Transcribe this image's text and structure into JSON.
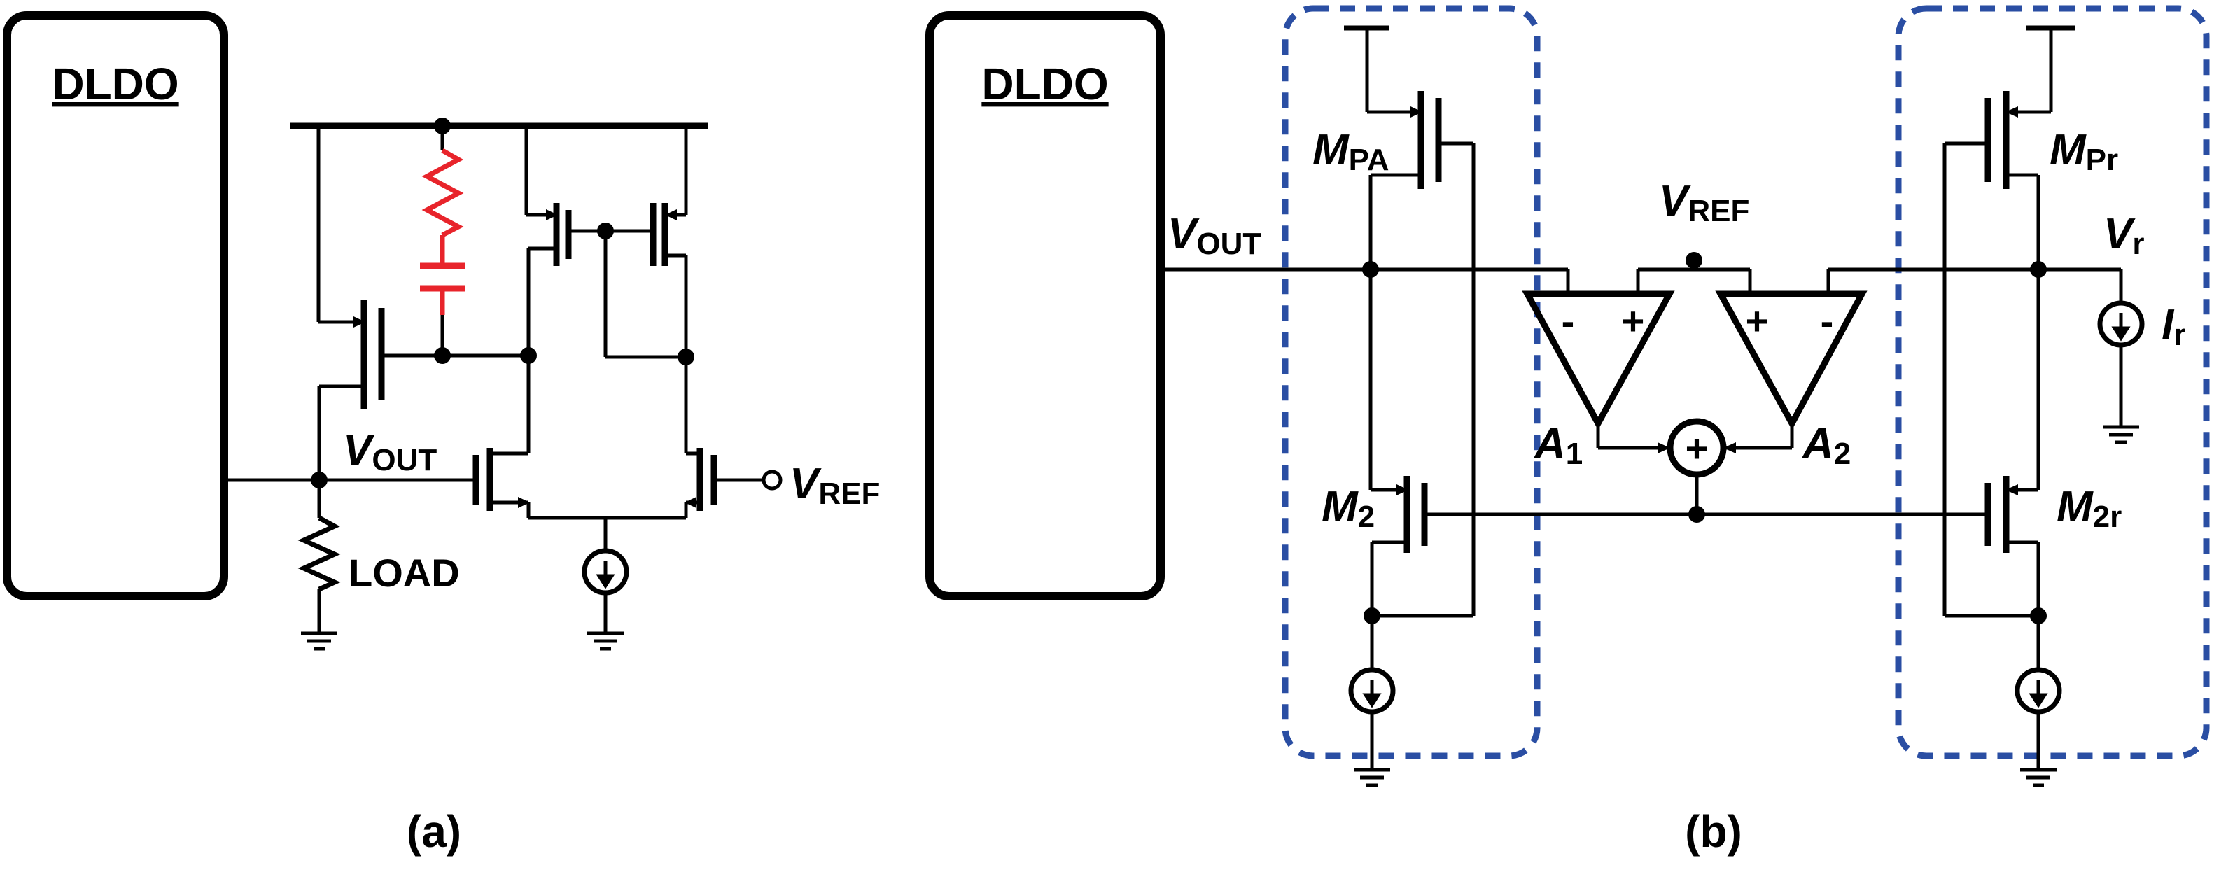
{
  "panel_a": {
    "caption": "(a)",
    "block_label": "DLDO",
    "vout": {
      "main": "V",
      "sub": "OUT"
    },
    "vref": {
      "main": "V",
      "sub": "REF"
    },
    "load_label": "LOAD"
  },
  "panel_b": {
    "caption": "(b)",
    "block_label": "DLDO",
    "vout": {
      "main": "V",
      "sub": "OUT"
    },
    "vref": {
      "main": "V",
      "sub": "REF"
    },
    "mpa": {
      "main": "M",
      "sub": "PA"
    },
    "m2": {
      "main": "M",
      "sub": "2"
    },
    "mpr": {
      "main": "M",
      "sub": "Pr"
    },
    "m2r": {
      "main": "M",
      "sub": "2r"
    },
    "vr": {
      "main": "V",
      "sub": "r"
    },
    "ir": {
      "main": "I",
      "sub": "r"
    },
    "a1": {
      "main": "A",
      "sub": "1"
    },
    "a2": {
      "main": "A",
      "sub": "2"
    },
    "amp_signs": {
      "minus": "-",
      "plus": "+"
    },
    "summer_symbol": "+"
  },
  "colors": {
    "wire": "#000000",
    "compensation": "#e8242b",
    "dashed_box": "#2a4ea3"
  }
}
